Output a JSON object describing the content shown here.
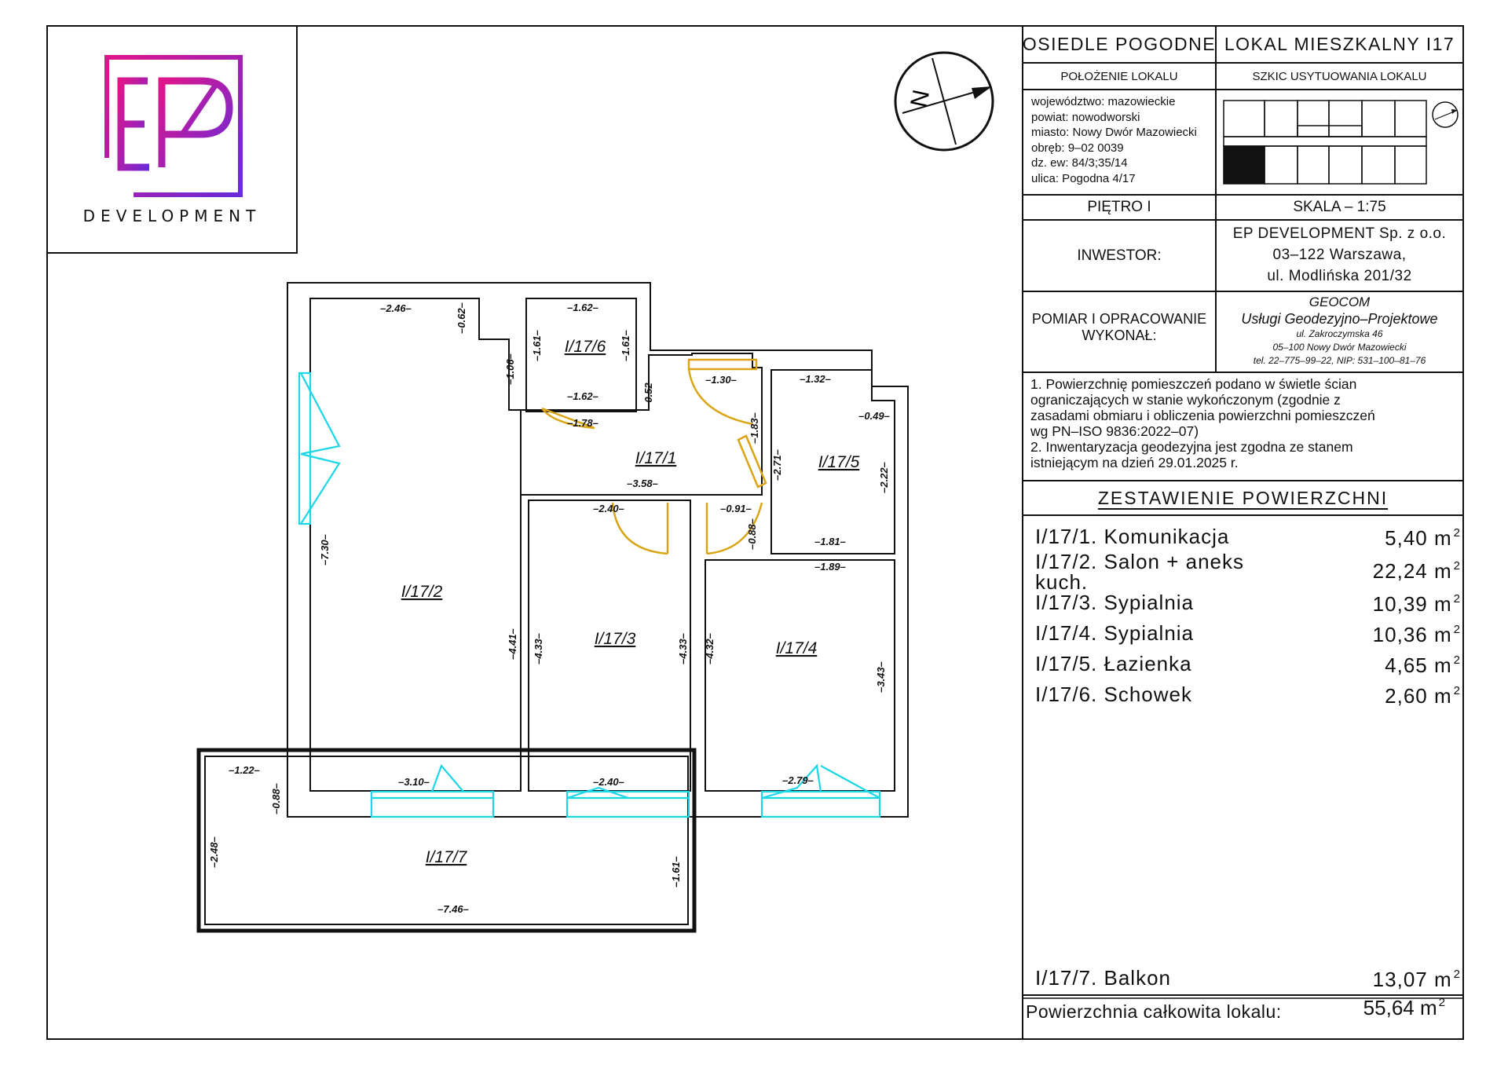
{
  "logo": {
    "letters": "EP",
    "caption": "DEVELOPMENT"
  },
  "header": {
    "estate": "OSIEDLE POGODNE",
    "unit": "LOKAL MIESZKALNY I17",
    "location_heading": "POŁOŻENIE LOKALU",
    "sketch_heading": "SZKIC USYTUOWANIA LOKALU",
    "location_lines": [
      "województwo: mazowieckie",
      "powiat: nowodworski",
      "miasto: Nowy Dwór Mazowiecki",
      "obręb: 9–02 0039",
      "dz. ew: 84/3;35/14",
      "ulica: Pogodna 4/17"
    ],
    "floor": "PIĘTRO I",
    "scale": "SKALA – 1:75",
    "investor_label": "INWESTOR:",
    "investor_lines": [
      "EP DEVELOPMENT Sp. z o.o.",
      "03–122 Warszawa,",
      "ul. Modlińska 201/32"
    ],
    "survey_label_lines": [
      "POMIAR I OPRACOWANIE",
      "WYKONAŁ:"
    ],
    "surveyor_lines": [
      "GEOCOM",
      "Usługi Geodezyjno–Projektowe",
      "ul. Zakroczymska 46",
      "05–100 Nowy Dwór Mazowiecki",
      "tel. 22–775–99–22, NIP: 531–100–81–76"
    ]
  },
  "notes": [
    "1. Powierzchnię pomieszczeń podano w świetle ścian",
    "ograniczających w stanie wykończonym (zgodnie z",
    "zasadami obmiaru i obliczenia powierzchni pomieszczeń",
    "wg PN–ISO 9836:2022–07)",
    "2. Inwentaryzacja geodezyjna jest zgodna ze stanem",
    "istniejącym na dzień 29.01.2025 r."
  ],
  "summary": {
    "title": "ZESTAWIENIE POWIERZCHNI",
    "unit": "m",
    "unit_power": "2",
    "rooms": [
      {
        "name": "I/17/1. Komunikacja",
        "area": "5,40"
      },
      {
        "name": "I/17/2. Salon + aneks kuch.",
        "area": "22,24"
      },
      {
        "name": "I/17/3. Sypialnia",
        "area": "10,39"
      },
      {
        "name": "I/17/4. Sypialnia",
        "area": "10,36"
      },
      {
        "name": "I/17/5. Łazienka",
        "area": "4,65"
      },
      {
        "name": "I/17/6. Schowek",
        "area": "2,60"
      }
    ],
    "balcony": {
      "name": "I/17/7. Balkon",
      "area": "13,07"
    },
    "total_label": "Powierzchnia całkowita lokalu:",
    "total_area": "55,64"
  },
  "compass": {
    "north_label": "N"
  },
  "plan": {
    "room_labels": [
      "I/17/1",
      "I/17/2",
      "I/17/3",
      "I/17/4",
      "I/17/5",
      "I/17/6",
      "I/17/7"
    ],
    "dimensions": [
      "2.46",
      "0.62",
      "1.06",
      "1.62",
      "1.61",
      "1.61",
      "1.62",
      "1.78",
      "0.52",
      "1.30",
      "1.32",
      "0.49",
      "1.83",
      "2.71",
      "2.22",
      "3.58",
      "2.40",
      "0.91",
      "0.88",
      "1.81",
      "1.89",
      "7.30",
      "4.41",
      "4.33",
      "4.33",
      "4.32",
      "3.43",
      "3.10",
      "2.40",
      "2.79",
      "1.22",
      "0.88",
      "2.48",
      "1.61",
      "7.46"
    ]
  },
  "colors": {
    "logo_gradient_start": "#e0158a",
    "logo_gradient_end": "#6a2bd8",
    "window": "#1ad6e6",
    "door": "#d9a514",
    "wall": "#111111"
  }
}
